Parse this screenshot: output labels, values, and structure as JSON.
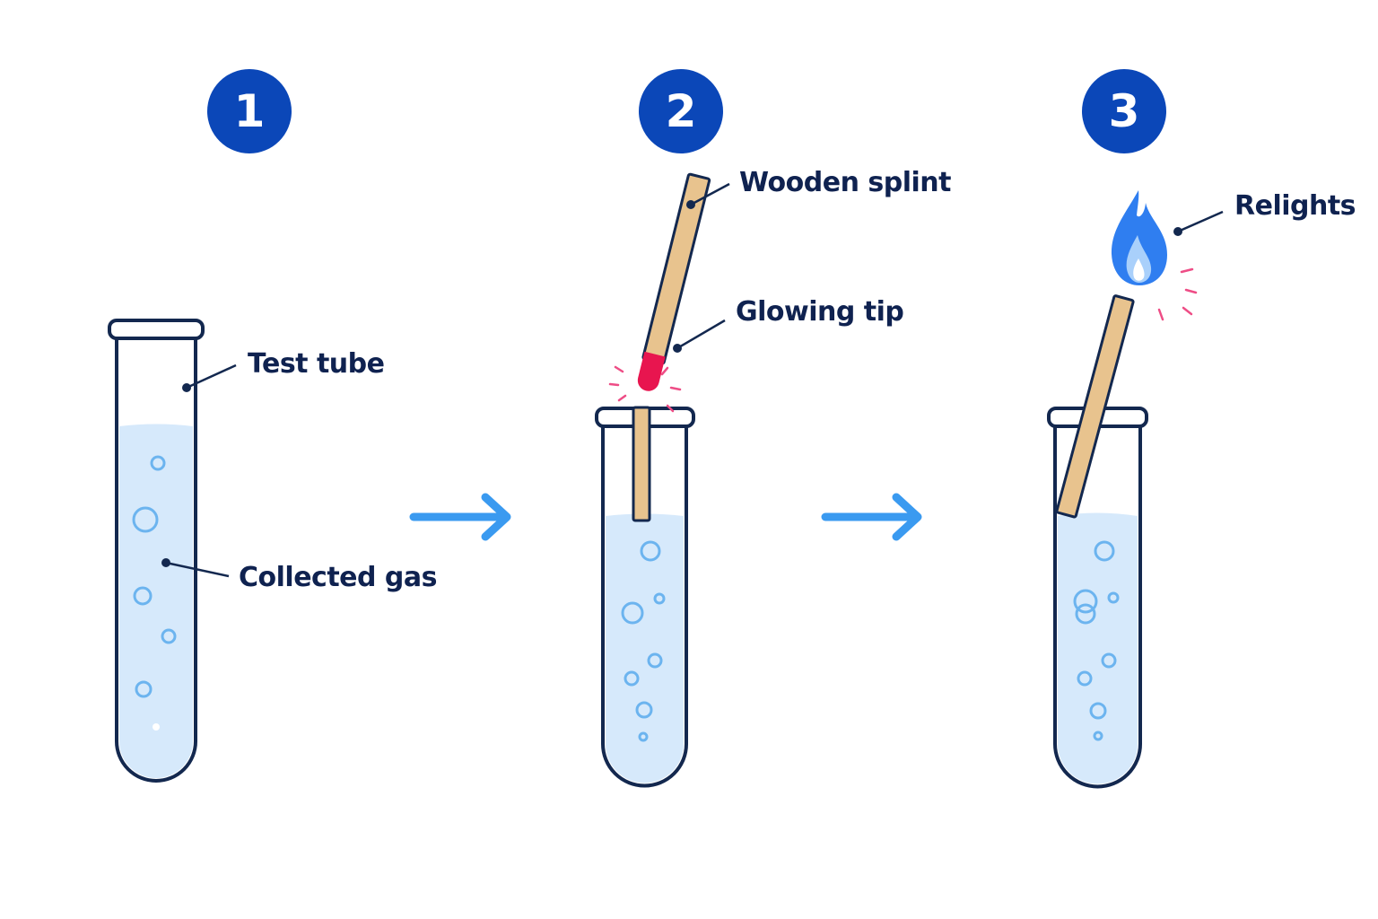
{
  "steps": [
    {
      "number": "1"
    },
    {
      "number": "2"
    },
    {
      "number": "3"
    }
  ],
  "labels": {
    "test_tube": "Test tube",
    "collected_gas": "Collected gas",
    "wooden_splint": "Wooden splint",
    "glowing_tip": "Glowing tip",
    "relights": "Relights"
  },
  "colors": {
    "badge": "#0b47b8",
    "outline": "#13284f",
    "gas": "#d6e9fb",
    "bubble": "#6cb4ef",
    "splint": "#e8c38e",
    "glow": "#e8154f",
    "flame": "#2f7ef0",
    "arrow": "#3a9af0"
  },
  "icons": [
    "arrow-right-icon",
    "flame-icon",
    "spark-icon"
  ]
}
